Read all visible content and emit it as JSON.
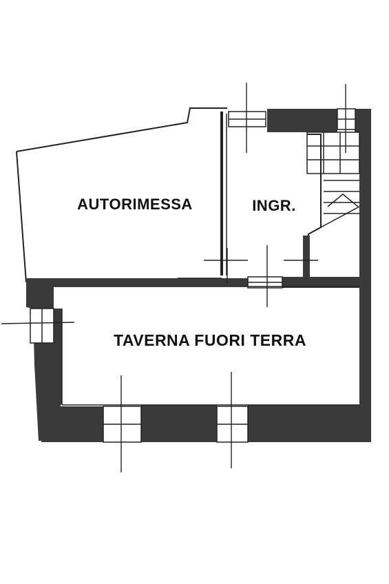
{
  "rooms": {
    "garage": "AUTORIMESSA",
    "entrance": "INGR.",
    "tavern": "TAVERNA FUORI TERRA"
  },
  "colors": {
    "wall": "#3a3a3a",
    "line": "#222222",
    "background": "#ffffff"
  }
}
